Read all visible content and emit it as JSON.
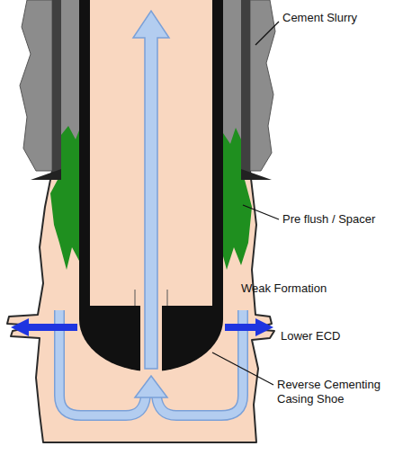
{
  "diagram": {
    "labels": [
      "Cement Slurry",
      "Pre flush / Spacer",
      "Weak Formation",
      "Lower ECD",
      "Reverse Cementing Casing Shoe"
    ]
  }
}
